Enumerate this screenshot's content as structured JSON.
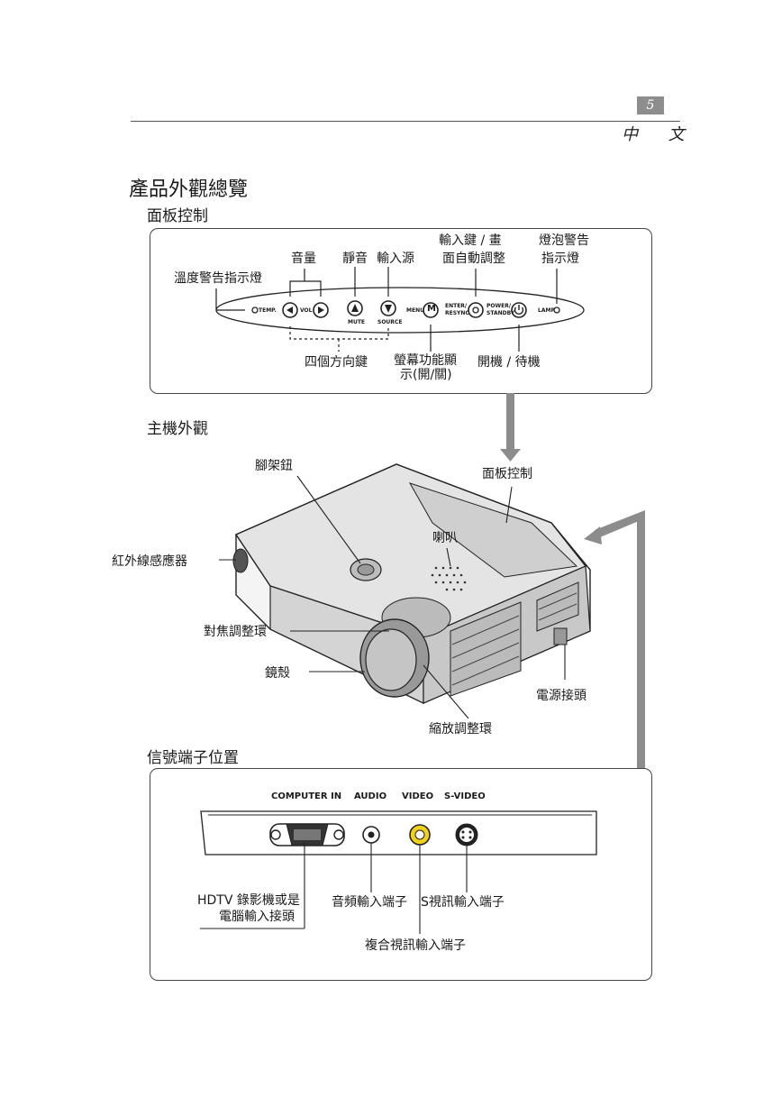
{
  "header": {
    "page_number": "5",
    "language": "中 文"
  },
  "section_title": "產品外觀總覽",
  "panel": {
    "title": "面板控制",
    "labels": {
      "temp": "溫度警告指示燈",
      "volume": "音量",
      "mute": "靜音",
      "source": "輸入源",
      "enter": "輸入鍵 / 畫",
      "enter2": "面自動調整",
      "lamp": "燈泡警告",
      "lamp2": "指示燈",
      "arrows": "四個方向鍵",
      "menu": "螢幕功能顯",
      "menu2": "示(開/關)",
      "power": "開機 / 待機"
    },
    "button_text": {
      "temp": "TEMP.",
      "vol": "VOL",
      "mute": "MUTE",
      "source": "SOURCE",
      "menu": "MENU",
      "enter_a": "ENTER/",
      "enter_b": "RESYNC",
      "power_a": "POWER/",
      "power_b": "STANDBY",
      "lamp": "LAMP",
      "m": "M"
    }
  },
  "main_unit": {
    "title": "主機外觀",
    "labels": {
      "foot": "腳架鈕",
      "panel": "面板控制",
      "speaker": "喇叭",
      "ir": "紅外線感應器",
      "focus": "對焦調整環",
      "lens": "鏡殼",
      "power": "電源接頭",
      "zoom": "縮放調整環"
    }
  },
  "ports": {
    "title": "信號端子位置",
    "headers": {
      "computer": "COMPUTER IN",
      "audio": "AUDIO",
      "video": "VIDEO",
      "svideo": "S-VIDEO"
    },
    "labels": {
      "hdtv": "HDTV 錄影機或是",
      "hdtv2": "電腦輸入接頭",
      "audio": "音頻輸入端子",
      "svideo": "S視訊輸入端子",
      "composite": "複合視訊輸入端子"
    }
  },
  "colors": {
    "video_jack": "#f1d21a",
    "arrow": "#8c8c8c"
  }
}
